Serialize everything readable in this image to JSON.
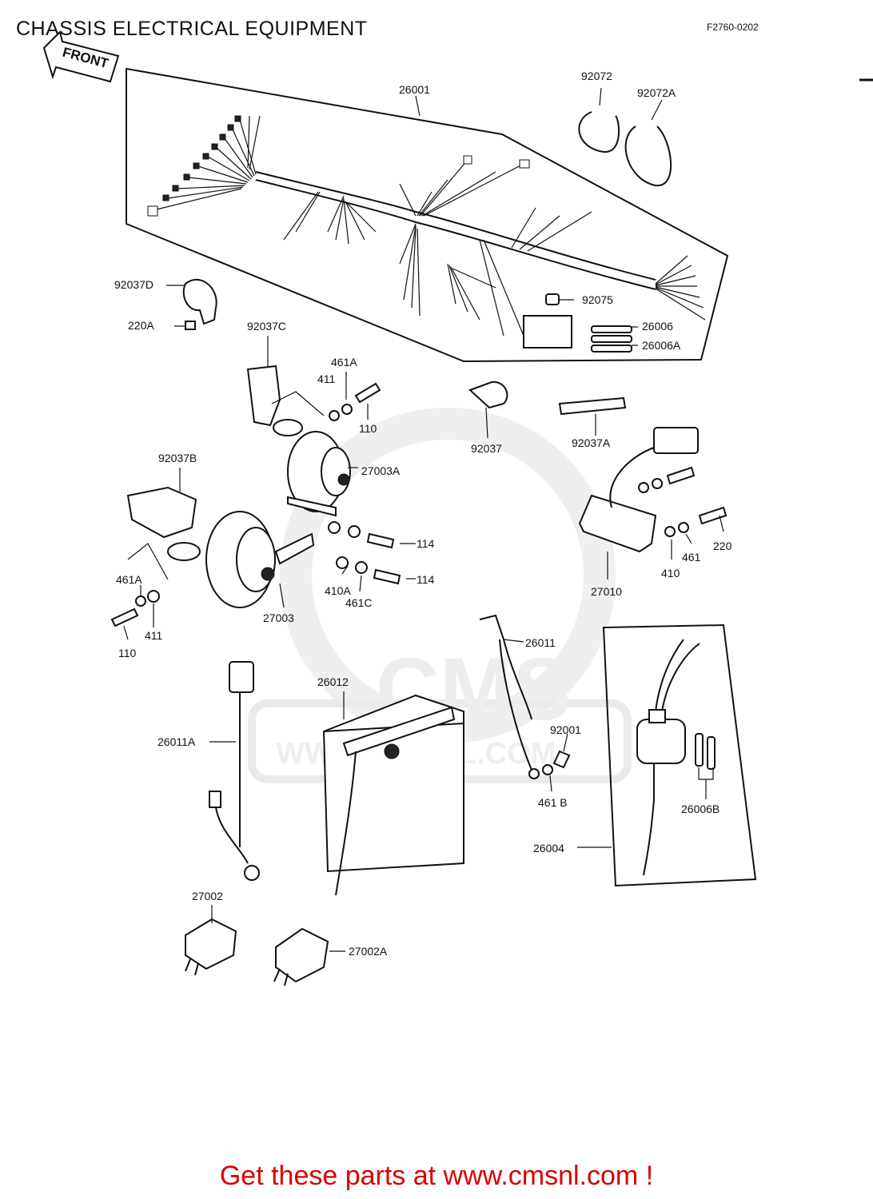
{
  "page": {
    "title": "CHASSIS ELECTRICAL EQUIPMENT",
    "drawing_code": "F2760-0202",
    "orientation_label": "FRONT",
    "watermark_logo": "CMS",
    "watermark_url": "WWW.CMSNL.COM",
    "footer_text": "Get these parts at www.cmsnl.com !"
  },
  "callouts": [
    {
      "id": "26001",
      "label": "26001"
    },
    {
      "id": "92072",
      "label": "92072"
    },
    {
      "id": "92072A",
      "label": "92072A"
    },
    {
      "id": "92037D",
      "label": "92037D"
    },
    {
      "id": "220A",
      "label": "220A"
    },
    {
      "id": "92075",
      "label": "92075"
    },
    {
      "id": "26006",
      "label": "26006"
    },
    {
      "id": "26006A",
      "label": "26006A"
    },
    {
      "id": "92037C",
      "label": "92037C"
    },
    {
      "id": "461A-top",
      "label": "461A"
    },
    {
      "id": "411-top",
      "label": "411"
    },
    {
      "id": "110-top",
      "label": "110"
    },
    {
      "id": "92037",
      "label": "92037"
    },
    {
      "id": "92037A",
      "label": "92037A"
    },
    {
      "id": "92037B",
      "label": "92037B"
    },
    {
      "id": "27003A",
      "label": "27003A"
    },
    {
      "id": "114-upper",
      "label": "114"
    },
    {
      "id": "114-lower",
      "label": "114"
    },
    {
      "id": "410A",
      "label": "410A"
    },
    {
      "id": "461C",
      "label": "461C"
    },
    {
      "id": "27003",
      "label": "27003"
    },
    {
      "id": "461A-left",
      "label": "461A"
    },
    {
      "id": "411-left",
      "label": "411"
    },
    {
      "id": "110-left",
      "label": "110"
    },
    {
      "id": "220",
      "label": "220"
    },
    {
      "id": "461",
      "label": "461"
    },
    {
      "id": "410",
      "label": "410"
    },
    {
      "id": "27010",
      "label": "27010"
    },
    {
      "id": "26011",
      "label": "26011"
    },
    {
      "id": "26012",
      "label": "26012"
    },
    {
      "id": "26011A",
      "label": "26011A"
    },
    {
      "id": "92001",
      "label": "92001"
    },
    {
      "id": "461B",
      "label": "461 B"
    },
    {
      "id": "26006B",
      "label": "26006B"
    },
    {
      "id": "26004",
      "label": "26004"
    },
    {
      "id": "27002",
      "label": "27002"
    },
    {
      "id": "27002A",
      "label": "27002A"
    }
  ]
}
